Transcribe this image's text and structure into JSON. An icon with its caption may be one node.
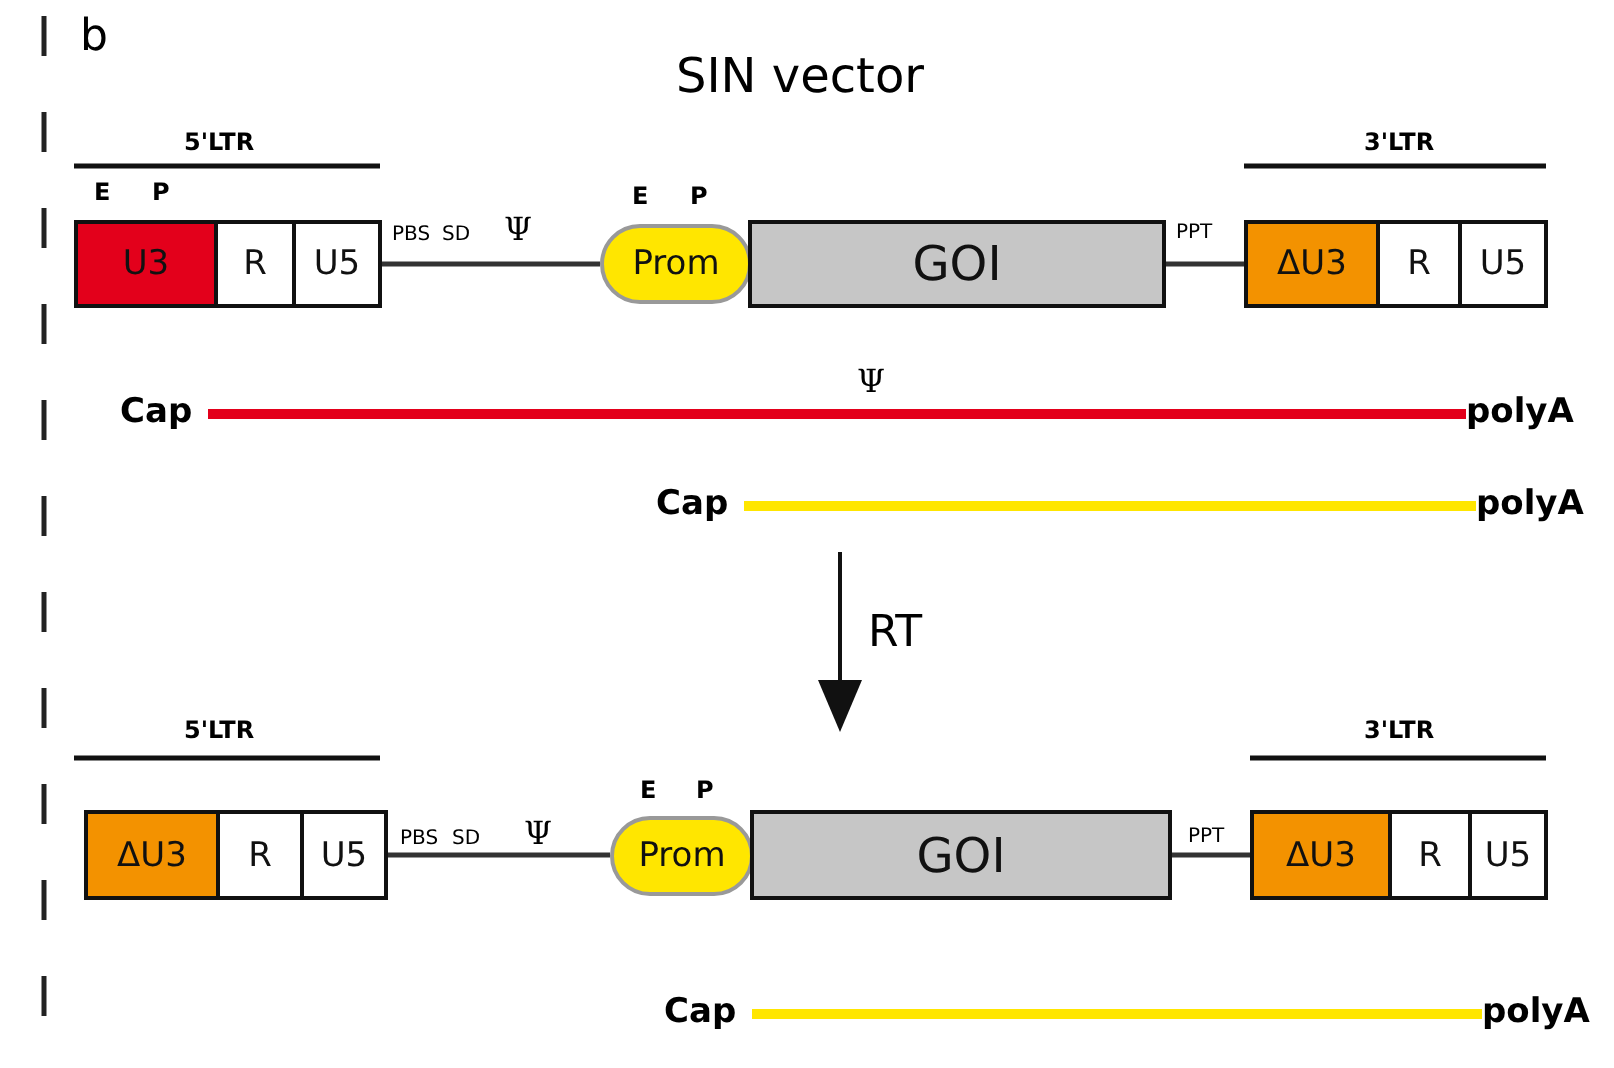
{
  "diagram": {
    "title": "SIN vector",
    "nodes": [
      {
        "text": [
          "U3"
        ]
      },
      {
        "text": [
          "R"
        ]
      },
      {
        "text": [
          "U5"
        ]
      },
      {
        "text": [
          "Prom"
        ]
      },
      {
        "text": [
          "GOI"
        ]
      },
      {
        "text": [
          "ΔU3"
        ]
      },
      {
        "text": [
          "R"
        ]
      },
      {
        "text": [
          "U5"
        ]
      },
      {
        "text": [
          "Cap"
        ]
      },
      {
        "text": [
          "polyA"
        ]
      },
      {
        "text": [
          "Cap"
        ]
      },
      {
        "text": [
          "polyA"
        ]
      },
      {
        "text": [
          "ΔU3"
        ]
      },
      {
        "text": [
          "R"
        ]
      },
      {
        "text": [
          "U5"
        ]
      },
      {
        "text": [
          "Prom"
        ]
      },
      {
        "text": [
          "GOI"
        ]
      },
      {
        "text": [
          "ΔU3"
        ]
      },
      {
        "text": [
          "R"
        ]
      },
      {
        "text": [
          "U5"
        ]
      },
      {
        "text": [
          "Cap"
        ]
      },
      {
        "text": [
          "polyA"
        ]
      }
    ],
    "edges": [
      {
        "from": 2,
        "to": 3,
        "arrow": "none"
      },
      {
        "from": 4,
        "to": 5,
        "arrow": "none"
      },
      {
        "from": 8,
        "to": 9,
        "arrow": "none",
        "label": "Ψ",
        "style": "thick",
        "color": "#e3001b"
      },
      {
        "from": 10,
        "to": 11,
        "arrow": "none",
        "style": "thick",
        "color": "#ffe600"
      },
      {
        "from": 14,
        "to": 15,
        "arrow": "none"
      },
      {
        "from": 16,
        "to": 17,
        "arrow": "none"
      },
      {
        "from": 20,
        "to": 21,
        "arrow": "none",
        "style": "thick",
        "color": "#ffe600"
      }
    ],
    "labels": [
      "b",
      "5'LTR",
      "3'LTR",
      "E",
      "P",
      "E",
      "P",
      "PBS",
      "SD",
      "Ψ",
      "PPT",
      "RT",
      "5'LTR",
      "3'LTR",
      "E",
      "P",
      "PBS",
      "SD",
      "Ψ",
      "PPT"
    ]
  }
}
